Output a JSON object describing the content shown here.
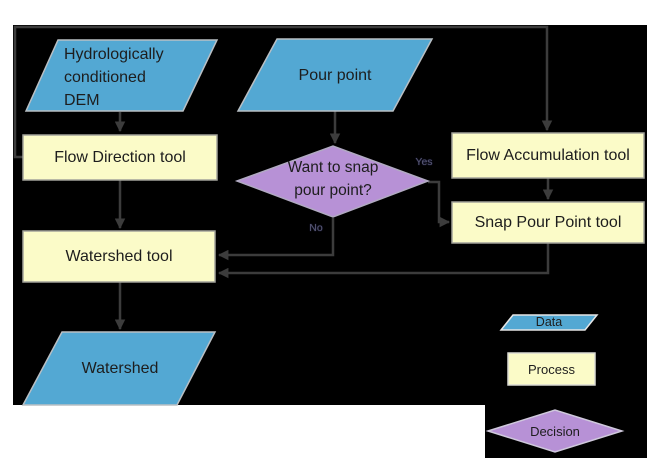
{
  "diagram": {
    "title_hint": "watershed-delineation-flowchart",
    "nodes": {
      "dem": {
        "type": "data",
        "lines": [
          "Hydrologically",
          "conditioned",
          "DEM"
        ]
      },
      "pour_point": {
        "type": "data",
        "label": "Pour point"
      },
      "flow_direction": {
        "type": "process",
        "label": "Flow Direction tool"
      },
      "flow_accumulation": {
        "type": "process",
        "label": "Flow Accumulation tool"
      },
      "snap_pour_point": {
        "type": "process",
        "label": "Snap Pour Point tool"
      },
      "want_to_snap": {
        "type": "decision",
        "lines": [
          "Want to snap",
          "pour point?"
        ]
      },
      "watershed_tool": {
        "type": "process",
        "label": "Watershed tool"
      },
      "watershed": {
        "type": "data",
        "label": "Watershed"
      }
    },
    "edge_labels": {
      "yes": "Yes",
      "no": "No"
    },
    "legend": {
      "data": "Data",
      "process": "Process",
      "decision": "Decision"
    },
    "colors": {
      "canvas": "#000000",
      "page_background": "#ffffff",
      "data_fill": "#53a8d3",
      "process_fill": "#fbfbc8",
      "decision_fill": "#b791d6",
      "connector": "#3c3c3c",
      "text": "#1d1d1d"
    }
  }
}
